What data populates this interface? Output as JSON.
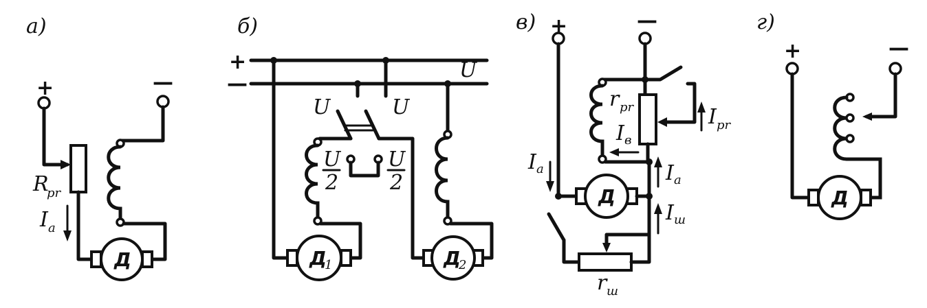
{
  "panels": {
    "a": {
      "label": "а)",
      "plus": "+",
      "minus": "—",
      "rheostat": "R",
      "rheostat_sub": "pr",
      "current": "I",
      "current_sub": "a",
      "motor": "Д"
    },
    "b": {
      "label": "б)",
      "plus": "+",
      "minus": "—",
      "bus_voltage": "U",
      "switch_left": "U",
      "switch_right": "U",
      "half_left_num": "U",
      "half_left_den": "2",
      "half_right_num": "U",
      "half_right_den": "2",
      "motor1": "Д",
      "motor1_sub": "1",
      "motor2": "Д",
      "motor2_sub": "2"
    },
    "c": {
      "label": "в)",
      "plus": "+",
      "minus": "—",
      "r_pr": "r",
      "r_pr_sub": "pr",
      "i_pr": "I",
      "i_pr_sub": "pr",
      "i_b": "I",
      "i_b_sub": "в",
      "i_a_left": "I",
      "i_a_left_sub": "a",
      "i_a_right": "I",
      "i_a_right_sub": "a",
      "i_sh": "I",
      "i_sh_sub": "ш",
      "motor": "Д",
      "r_sh": "r",
      "r_sh_sub": "ш"
    },
    "d": {
      "label": "г)",
      "plus": "+",
      "minus": "—",
      "motor": "Д"
    }
  }
}
